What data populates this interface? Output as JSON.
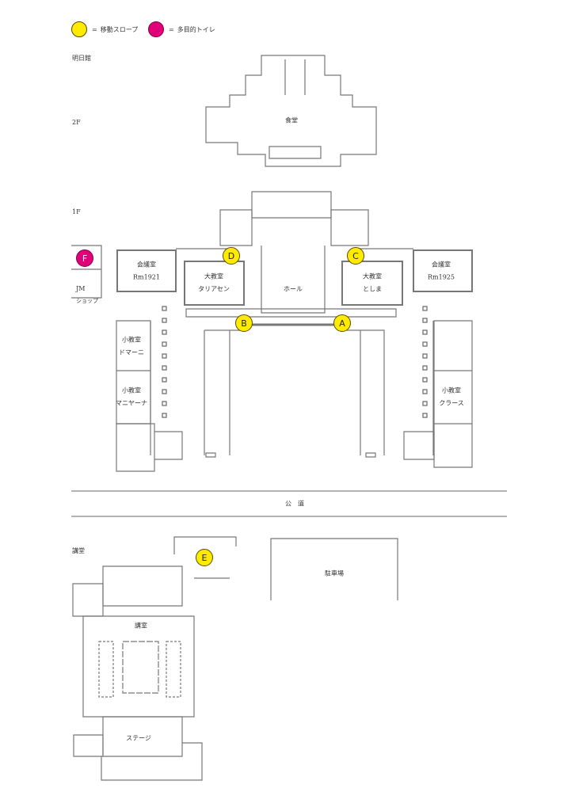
{
  "legend": [
    {
      "symbol": "=",
      "label": "移動スロープ",
      "color": "#ffeb00"
    },
    {
      "symbol": "=",
      "label": "多目的トイレ",
      "color": "#e2007a"
    }
  ],
  "sections": {
    "main_building": "明日館",
    "floor2": "2F",
    "floor1": "1F",
    "auditorium_building": "講堂"
  },
  "rooms": {
    "dining": "食堂",
    "hall": "ホール",
    "meeting_left": {
      "name": "会議室",
      "sub": "Rm1921"
    },
    "meeting_right": {
      "name": "会議室",
      "sub": "Rm1925"
    },
    "class_left": {
      "name": "大教室",
      "sub": "タリアセン"
    },
    "class_right": {
      "name": "大教室",
      "sub": "としま"
    },
    "small1": {
      "name": "小教室",
      "sub": "ドマーニ"
    },
    "small2": {
      "name": "小教室",
      "sub": "マニヤーナ"
    },
    "small3": {
      "name": "小教室",
      "sub": "クラース"
    },
    "shop": {
      "name": "JM",
      "sub": "ショップ"
    },
    "road": "公　道",
    "parking": "駐車場",
    "lecture_room": "講室",
    "stage": "ステージ"
  },
  "markers": {
    "A": "A",
    "B": "B",
    "C": "C",
    "D": "D",
    "E": "E",
    "F": "F"
  }
}
